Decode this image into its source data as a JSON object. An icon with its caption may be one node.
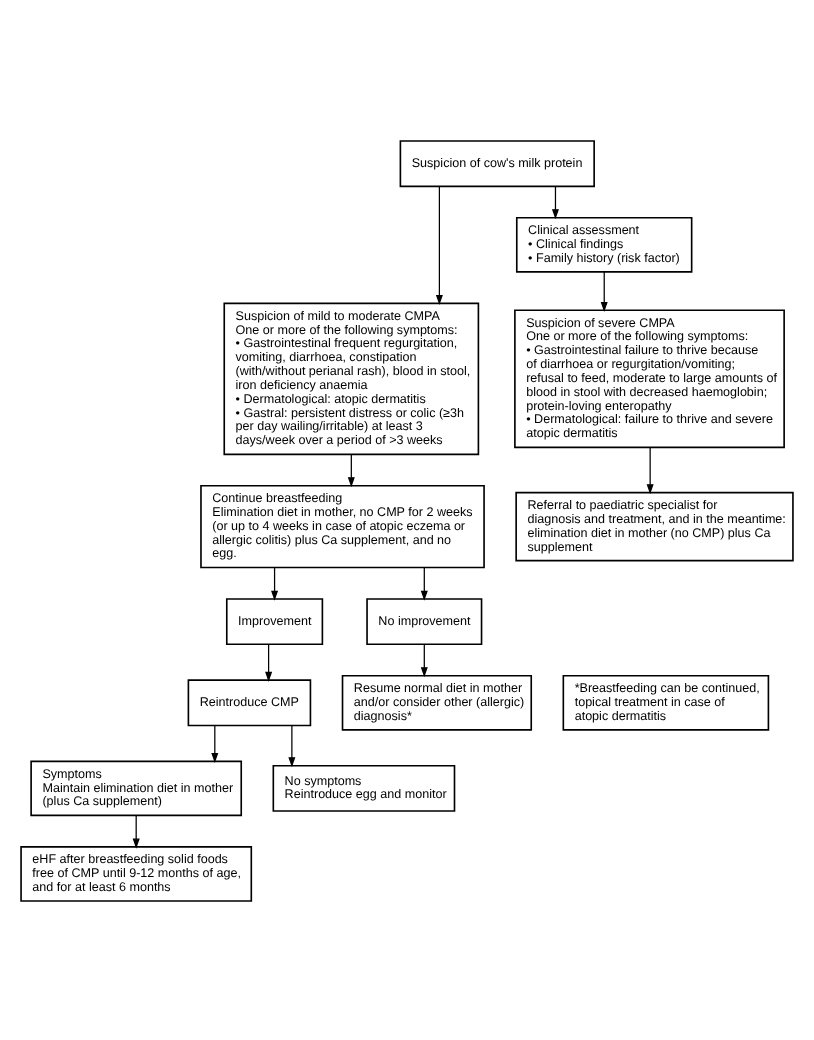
{
  "diagram": {
    "nodes": [
      {
        "text": [
          "Suspicion of cow's milk protein"
        ]
      },
      {
        "text": [
          "Clinical assessment",
          "• Clinical findings",
          "• Family history (risk factor)"
        ]
      },
      {
        "text": [
          "Suspicion of mild to moderate CMPA",
          "One or more of the following symptoms:",
          "• Gastrointestinal frequent regurgitation, vomiting, diarrhoea, constipation (with/without perianal rash), blood in stool, iron deficiency anaemia",
          "• Dermatological: atopic dermatitis",
          "• Gastral: persistent distress or colic (≥3h per day wailing/irritable) at least 3 days/week over a period of >3 weeks"
        ]
      },
      {
        "text": [
          "Suspicion of severe CMPA",
          "One or more of the following symptoms:",
          "• Gastrointestinal failure to thrive because of diarrhoea or regurgitation/vomiting; refusal to feed, moderate to large amounts of blood in stool with decreased haemoglobin; protein-loving enteropathy",
          "• Dermatological: failure to thrive and severe atopic dermatitis"
        ]
      },
      {
        "text": [
          "Continue breastfeeding",
          "Elimination diet in mother, no CMP for 2 weeks (or up to 4 weeks in case of atopic eczema or allergic colitis) plus Ca supplement, and no egg."
        ]
      },
      {
        "text": [
          "Referral to paediatric specialist for diagnosis and treatment, and in the meantime: elimination diet in mother (no CMP) plus Ca supplement"
        ]
      },
      {
        "text": [
          "Improvement"
        ]
      },
      {
        "text": [
          "No improvement"
        ]
      },
      {
        "text": [
          "Reintroduce CMP"
        ]
      },
      {
        "text": [
          "Resume normal diet in mother and/or consider other (allergic) diagnosis*"
        ]
      },
      {
        "text": [
          "*Breastfeeding can be continued, topical treatment in case of atopic dermatitis"
        ]
      },
      {
        "text": [
          "Symptoms",
          "Maintain elimination diet in mother (plus Ca supplement)"
        ]
      },
      {
        "text": [
          "No symptoms",
          "Reintroduce egg and monitor"
        ]
      },
      {
        "text": [
          "eHF after breastfeeding solid foods free of CMP until 9-12 months of age, and for at least 6 months"
        ]
      }
    ],
    "edges": [
      {
        "from": 0,
        "to": 2,
        "arrow": "to"
      },
      {
        "from": 0,
        "to": 1,
        "arrow": "to"
      },
      {
        "from": 1,
        "to": 3,
        "arrow": "to"
      },
      {
        "from": 2,
        "to": 4,
        "arrow": "to"
      },
      {
        "from": 3,
        "to": 5,
        "arrow": "to"
      },
      {
        "from": 4,
        "to": 6,
        "arrow": "to"
      },
      {
        "from": 4,
        "to": 7,
        "arrow": "to"
      },
      {
        "from": 6,
        "to": 8,
        "arrow": "to"
      },
      {
        "from": 7,
        "to": 9,
        "arrow": "to"
      },
      {
        "from": 8,
        "to": 11,
        "arrow": "to"
      },
      {
        "from": 8,
        "to": 12,
        "arrow": "to"
      },
      {
        "from": 11,
        "to": 13,
        "arrow": "to"
      }
    ]
  }
}
